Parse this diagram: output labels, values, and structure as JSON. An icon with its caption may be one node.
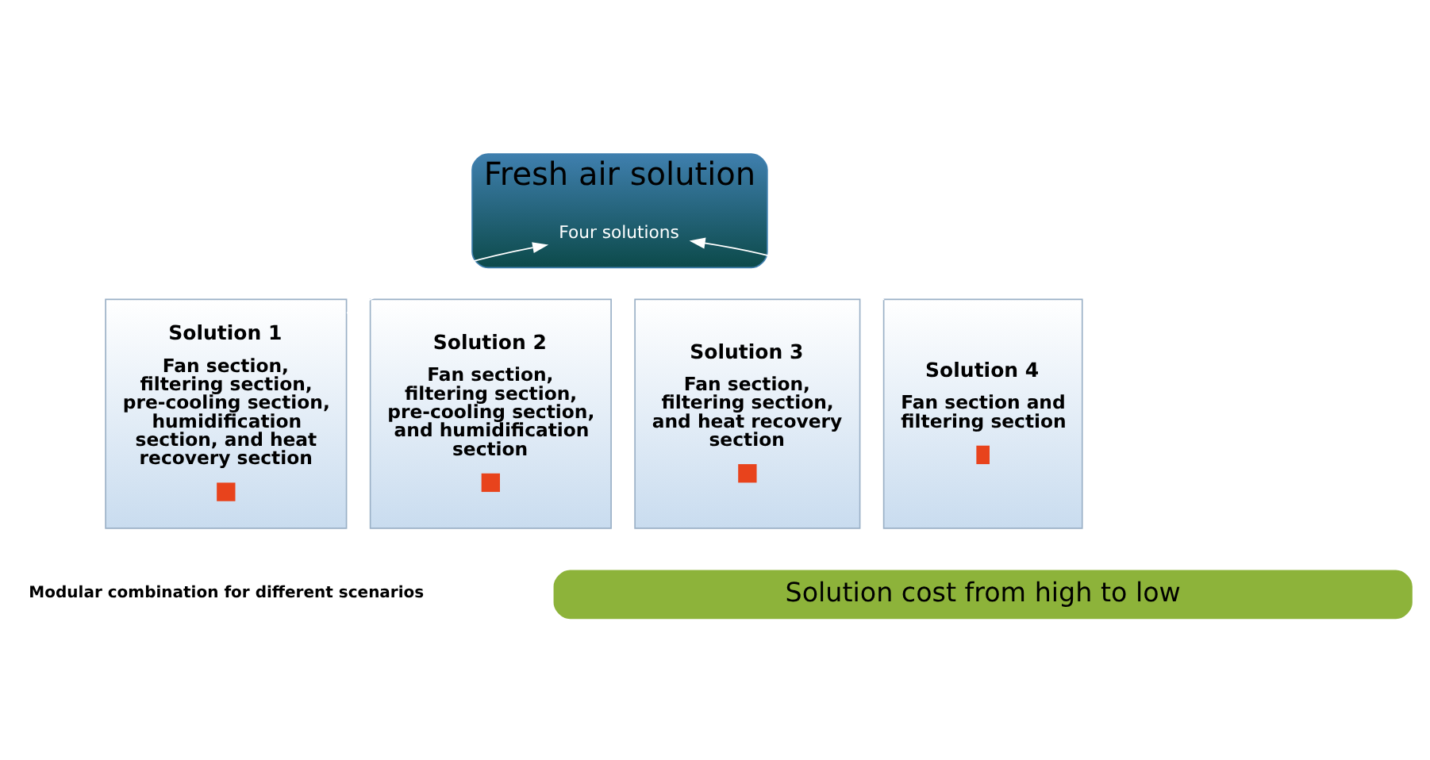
{
  "diagram": {
    "nodes": [
      {
        "text": [
          "Fresh air solution"
        ]
      },
      {
        "text": [
          "Four solutions"
        ],
        "in": 0
      },
      {
        "text": [
          "Solution 1",
          "Fan section, filtering section, pre-cooling section, humidification section, and heat recovery section"
        ]
      },
      {
        "text": [
          "Solution 2",
          "Fan section, filtering section, pre-cooling section, and humidification section"
        ]
      },
      {
        "text": [
          "Solution 3",
          "Fan section, filtering section, and heat recovery section"
        ]
      },
      {
        "text": [
          "Solution 4",
          "Fan section and filtering section"
        ]
      },
      {
        "text": [
          "Solution cost from high to low"
        ]
      }
    ],
    "edges": [
      {
        "from": 2,
        "to": 1,
        "arrow": "to"
      },
      {
        "from": 5,
        "to": 1,
        "arrow": "to"
      }
    ],
    "labels": [
      "Modular combination for different scenarios"
    ]
  }
}
